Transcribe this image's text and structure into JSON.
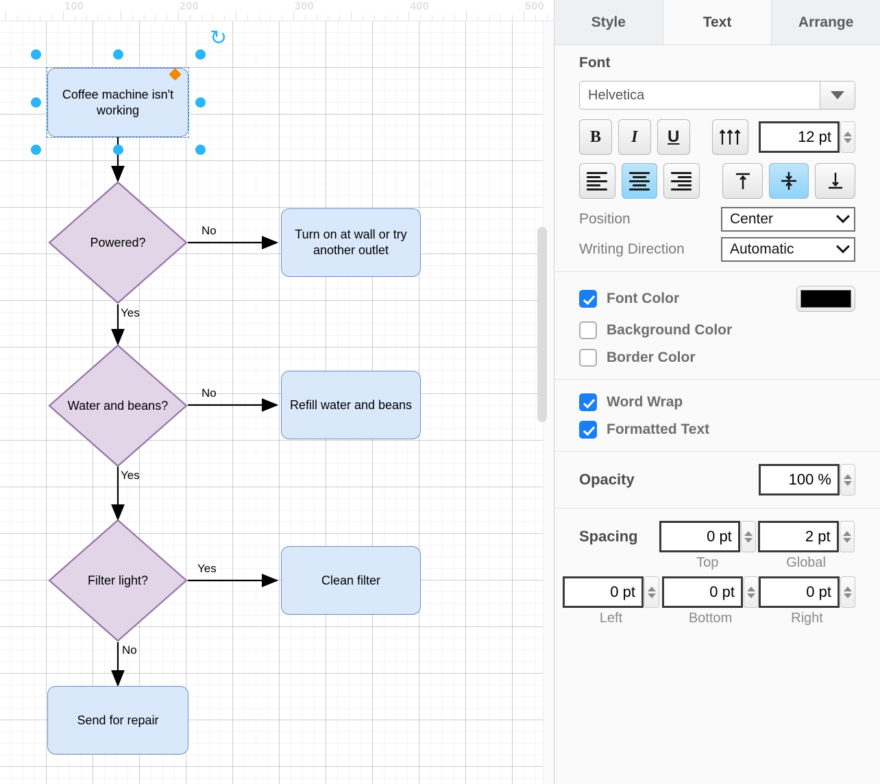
{
  "canvas": {
    "ruler": {
      "labels": [
        "100",
        "200",
        "300",
        "400",
        "500"
      ]
    },
    "nodes": [
      {
        "id": "start",
        "kind": "rounded-rect",
        "label": "Coffee machine isn't working",
        "selected": true
      },
      {
        "id": "powered",
        "kind": "diamond",
        "label": "Powered?"
      },
      {
        "id": "outlet",
        "kind": "rounded-rect",
        "label": "Turn on at wall or try another outlet"
      },
      {
        "id": "waterbeans",
        "kind": "diamond",
        "label": "Water and beans?"
      },
      {
        "id": "refill",
        "kind": "rounded-rect",
        "label": "Refill water and beans"
      },
      {
        "id": "filter",
        "kind": "diamond",
        "label": "Filter light?"
      },
      {
        "id": "clean",
        "kind": "rounded-rect",
        "label": "Clean filter"
      },
      {
        "id": "repair",
        "kind": "rounded-rect",
        "label": "Send for repair"
      }
    ],
    "edge_labels": {
      "powered_no": "No",
      "powered_yes": "Yes",
      "water_no": "No",
      "water_yes": "Yes",
      "filter_yes": "Yes",
      "filter_no": "No"
    },
    "colors": {
      "process_fill": "#dae8fc",
      "process_stroke": "#6c8ebf",
      "decision_fill": "#e1d5e7",
      "decision_stroke": "#9673a6",
      "selection": "#29b6f6",
      "direction_arrow": "#f08705"
    }
  },
  "panel": {
    "tabs": [
      {
        "id": "style",
        "label": "Style",
        "active": false
      },
      {
        "id": "text",
        "label": "Text",
        "active": true
      },
      {
        "id": "arrange",
        "label": "Arrange",
        "active": false
      }
    ],
    "font": {
      "section_title": "Font",
      "family_value": "Helvetica",
      "family_placeholder": "Helvetica",
      "bold_label": "B",
      "italic_label": "I",
      "underline_label": "U",
      "size_value": "12 pt",
      "align": {
        "left": false,
        "center": true,
        "right": false
      },
      "valign": {
        "top": false,
        "middle": true,
        "bottom": false
      },
      "position_label": "Position",
      "position_value": "Center",
      "writing_direction_label": "Writing Direction",
      "writing_direction_value": "Automatic"
    },
    "colors_group": [
      {
        "id": "font-color",
        "label": "Font Color",
        "checked": true,
        "swatch": "#000000"
      },
      {
        "id": "background-color",
        "label": "Background Color",
        "checked": false
      },
      {
        "id": "border-color",
        "label": "Border Color",
        "checked": false
      }
    ],
    "toggles": [
      {
        "id": "word-wrap",
        "label": "Word Wrap",
        "checked": true
      },
      {
        "id": "formatted-text",
        "label": "Formatted Text",
        "checked": true
      }
    ],
    "opacity": {
      "label": "Opacity",
      "value": "100 %"
    },
    "spacing": {
      "label": "Spacing",
      "top": {
        "value": "0 pt",
        "caption": "Top"
      },
      "global": {
        "value": "2 pt",
        "caption": "Global"
      },
      "left": {
        "value": "0 pt",
        "caption": "Left"
      },
      "bottom": {
        "value": "0 pt",
        "caption": "Bottom"
      },
      "right": {
        "value": "0 pt",
        "caption": "Right"
      }
    }
  }
}
